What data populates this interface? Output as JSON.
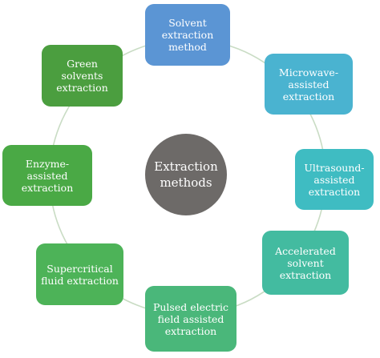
{
  "center": {
    "label": "Extraction\nmethods",
    "color": "#6d6a68"
  },
  "ring_color": "#c9dcc4",
  "methods": [
    {
      "label": "Solvent\nextraction\nmethod",
      "color": "#5b95d4"
    },
    {
      "label": "Microwave-\nassisted\nextraction",
      "color": "#4ab3d0"
    },
    {
      "label": "Ultrasound-\nassisted\nextraction",
      "color": "#3fbcc2"
    },
    {
      "label": "Accelerated\nsolvent\nextraction",
      "color": "#43bba0"
    },
    {
      "label": "Pulsed electric\nfield assisted\nextraction",
      "color": "#4ab77a"
    },
    {
      "label": "Supercritical\nfluid extraction",
      "color": "#4db358"
    },
    {
      "label": "Enzyme-assisted\nextraction",
      "color": "#4aa945"
    },
    {
      "label": "Green solvents\nextraction",
      "color": "#4b9e3f"
    }
  ]
}
